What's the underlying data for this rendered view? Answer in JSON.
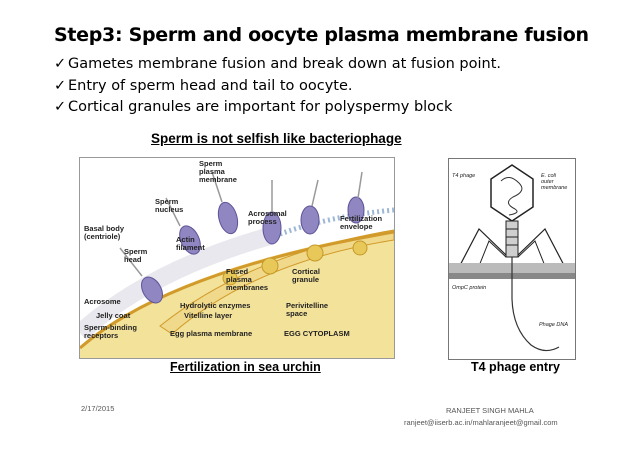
{
  "slide": {
    "title": "Step3: Sperm and oocyte plasma membrane fusion",
    "bullets": [
      "Gametes membrane fusion and break down at fusion point.",
      "Entry of sperm head and tail  to oocyte.",
      "Cortical granules are important for polyspermy block"
    ],
    "check_icon": "✓",
    "subtitle": "Sperm is not selfish like bacteriophage"
  },
  "figure1": {
    "caption": "Fertilization in sea urchin ",
    "labels": {
      "sperm_plasma_membrane": [
        "Sperm",
        "plasma",
        "membrane"
      ],
      "sperm_nucleus": [
        "Sperm",
        "nucleus"
      ],
      "acrosomal_process": [
        "Acrosomal",
        "process"
      ],
      "basal_body": [
        "Basal body",
        "(centriole)"
      ],
      "actin_filament": [
        "Actin",
        "filament"
      ],
      "sperm_head": [
        "Sperm",
        "head"
      ],
      "fertilization_envelope": [
        "Fertilization",
        "envelope"
      ],
      "fused_membranes": [
        "Fused",
        "plasma",
        "membranes"
      ],
      "cortical_granule": [
        "Cortical",
        "granule"
      ],
      "acrosome": "Acrosome",
      "hydrolytic_enzymes": "Hydrolytic enzymes",
      "perivitelline_space": [
        "Perivitelline",
        "space"
      ],
      "jelly_coat": "Jelly coat",
      "vitelline_layer": "Vitelline layer",
      "sperm_binding_receptors": [
        "Sperm-binding",
        "receptors"
      ],
      "egg_plasma_membrane": "Egg plasma membrane",
      "egg_cytoplasm": "EGG CYTOPLASM"
    }
  },
  "figure2": {
    "caption": "T4 phage entry",
    "labels": {
      "t4_phage": "T4 phage",
      "e_coli": [
        "E. coli",
        "outer",
        "membrane"
      ],
      "ompc_protein": "OmpC protein",
      "phage_dna": "Phage DNA"
    }
  },
  "footer": {
    "date": "2/17/2015",
    "author": "RANJEET SINGH MAHLA",
    "email": "ranjeet@iiserb.ac.in/mahlaranjeet@gmail.com"
  },
  "colors": {
    "egg_cytoplasm": "#f3e29a",
    "membrane": "#e1b43a",
    "sperm_nucleus": "#8f86c2",
    "jelly": "#e9e9ee"
  }
}
